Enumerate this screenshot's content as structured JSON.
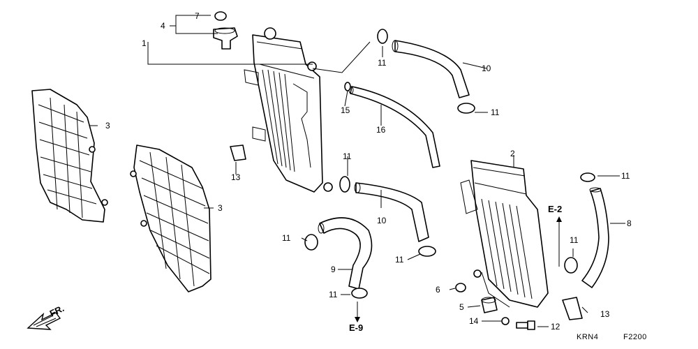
{
  "callouts": {
    "c1": "1",
    "c2": "2",
    "c3a": "3",
    "c3b": "3",
    "c4": "4",
    "c5": "5",
    "c6": "6",
    "c7": "7",
    "c8": "8",
    "c9": "9",
    "c10a": "10",
    "c10b": "10",
    "c11a": "11",
    "c11b": "11",
    "c11c": "11",
    "c11d": "11",
    "c11e": "11",
    "c11f": "11",
    "c11g": "11",
    "c11h": "11",
    "c12": "12",
    "c13a": "13",
    "c13b": "13",
    "c14": "14",
    "c15": "15",
    "c16": "16"
  },
  "references": {
    "e2": "E-2",
    "e9": "E-9"
  },
  "front_marker": "FR.",
  "footer": {
    "model_code": "KRN4",
    "figure_code": "F2200"
  }
}
